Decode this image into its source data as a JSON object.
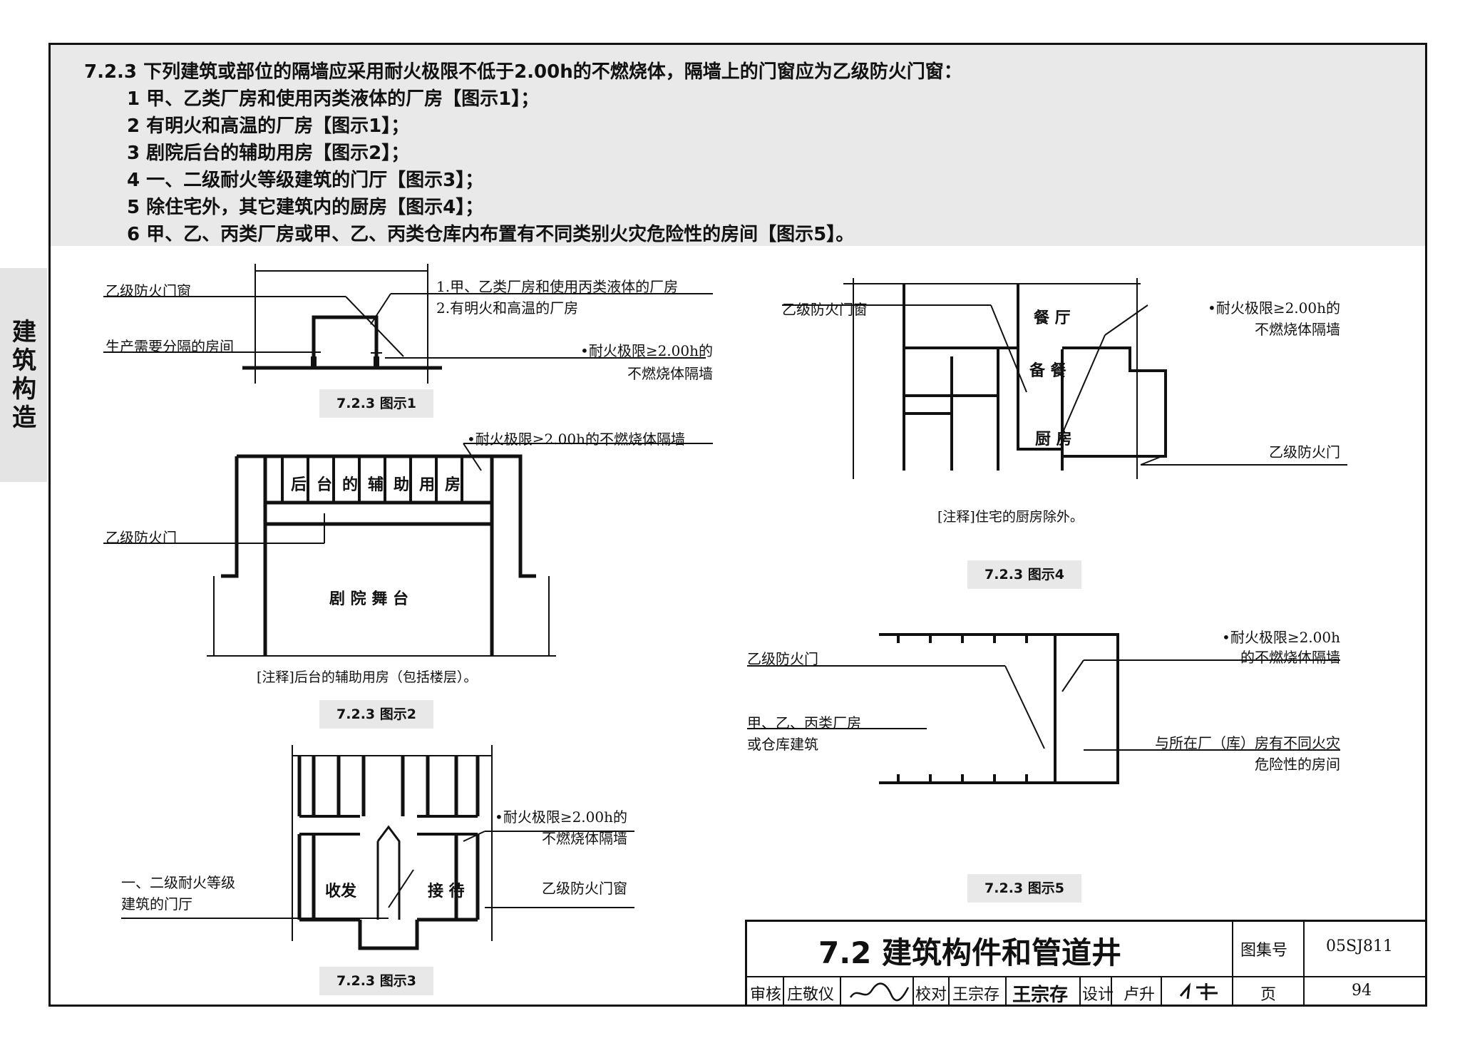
{
  "side_tab": "建筑构造",
  "clause": {
    "title": "7.2.3 下列建筑或部位的隔墙应采用耐火极限不低于2.00h的不燃烧体，隔墙上的门窗应为乙级防火门窗：",
    "items": [
      "1 甲、乙类厂房和使用丙类液体的厂房【图示1】；",
      "2 有明火和高温的厂房【图示1】；",
      "3 剧院后台的辅助用房【图示2】；",
      "4 一、二级耐火等级建筑的门厅【图示3】；",
      "5 除住宅外，其它建筑内的厨房【图示4】；",
      "6 甲、乙、丙类厂房或甲、乙、丙类仓库内布置有不同类别火灾危险性的房间【图示5】。"
    ]
  },
  "fig1": {
    "caption": "7.2.3 图示1",
    "label_door_window": "乙级防火门窗",
    "label_room": "生产需要分隔的房间",
    "label_note1": "1.甲、乙类厂房和使用丙类液体的厂房",
    "label_note2": "2.有明火和高温的厂房",
    "label_wall_1": "•耐火极限≥2.00h的",
    "label_wall_2": "不燃烧体隔墙"
  },
  "fig2": {
    "caption": "7.2.3 图示2",
    "label_wall": "•耐火极限≥2.00h的不燃烧体隔墙",
    "label_door": "乙级防火门",
    "rooms": [
      "后",
      "台",
      "的",
      "辅",
      "助",
      "用",
      "房"
    ],
    "stage": "剧 院 舞 台",
    "note": "[注释]后台的辅助用房（包括楼层）。"
  },
  "fig3": {
    "caption": "7.2.3 图示3",
    "label_wall_1": "•耐火极限≥2.00h的",
    "label_wall_2": "不燃烧体隔墙",
    "label_lobby_1": "一、二级耐火等级",
    "label_lobby_2": "建筑的门厅",
    "label_door_window": "乙级防火门窗",
    "room_left": "收发",
    "room_right": "接 待"
  },
  "fig4": {
    "caption": "7.2.3 图示4",
    "label_door_window": "乙级防火门窗",
    "label_wall_1": "•耐火极限≥2.00h的",
    "label_wall_2": "不燃烧体隔墙",
    "label_door": "乙级防火门",
    "room_dining": "餐 厅",
    "room_prep": "备 餐",
    "room_kitchen": "厨 房",
    "note": "[注释]住宅的厨房除外。"
  },
  "fig5": {
    "caption": "7.2.3 图示5",
    "label_door": "乙级防火门",
    "label_wall_1": "•耐火极限≥2.00h",
    "label_wall_2": "的不燃烧体隔墙",
    "label_bldg_1": "甲、乙、丙类厂房",
    "label_bldg_2": "或仓库建筑",
    "label_room_1": "与所在厂（库）房有不同火灾",
    "label_room_2": "危险性的房间"
  },
  "title_block": {
    "title": "7.2 建筑构件和管道井",
    "atlas_label": "图集号",
    "atlas_no": "05SJ811",
    "review_label": "审核",
    "reviewer": "庄敬仪",
    "check_label": "校对",
    "checker": "王宗存",
    "checker_sign": "王宗存",
    "design_label": "设计",
    "designer": "卢升",
    "page_label": "页",
    "page_no": "94"
  }
}
